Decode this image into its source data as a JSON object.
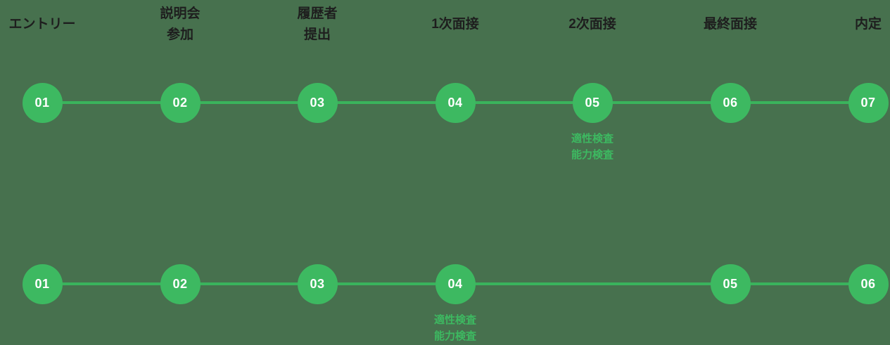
{
  "colors": {
    "background": "#47714E",
    "circle_green": "#3DB961",
    "line_green": "#3AB35C",
    "label_text": "#1E1E1E",
    "circle_number_text": "#FFFFFF",
    "note_green": "#3DB961"
  },
  "stages": [
    {
      "label_lines": [
        "エントリー"
      ]
    },
    {
      "label_lines": [
        "説明会",
        "参加"
      ]
    },
    {
      "label_lines": [
        "履歴者",
        "提出"
      ]
    },
    {
      "label_lines": [
        "1次面接"
      ]
    },
    {
      "label_lines": [
        "2次面接"
      ]
    },
    {
      "label_lines": [
        "最終面接"
      ]
    },
    {
      "label_lines": [
        "内定"
      ]
    }
  ],
  "timelines": [
    {
      "name": "timeline-1",
      "steps": [
        {
          "number": "01",
          "column": 0
        },
        {
          "number": "02",
          "column": 1
        },
        {
          "number": "03",
          "column": 2
        },
        {
          "number": "04",
          "column": 3
        },
        {
          "number": "05",
          "column": 4,
          "note_lines": [
            "適性検査",
            "能力検査"
          ]
        },
        {
          "number": "06",
          "column": 5
        },
        {
          "number": "07",
          "column": 6
        }
      ]
    },
    {
      "name": "timeline-2",
      "steps": [
        {
          "number": "01",
          "column": 0
        },
        {
          "number": "02",
          "column": 1
        },
        {
          "number": "03",
          "column": 2
        },
        {
          "number": "04",
          "column": 3,
          "note_lines": [
            "適性検査",
            "能力検査"
          ]
        },
        {
          "number": "05",
          "column": 5
        },
        {
          "number": "06",
          "column": 6
        }
      ]
    }
  ]
}
